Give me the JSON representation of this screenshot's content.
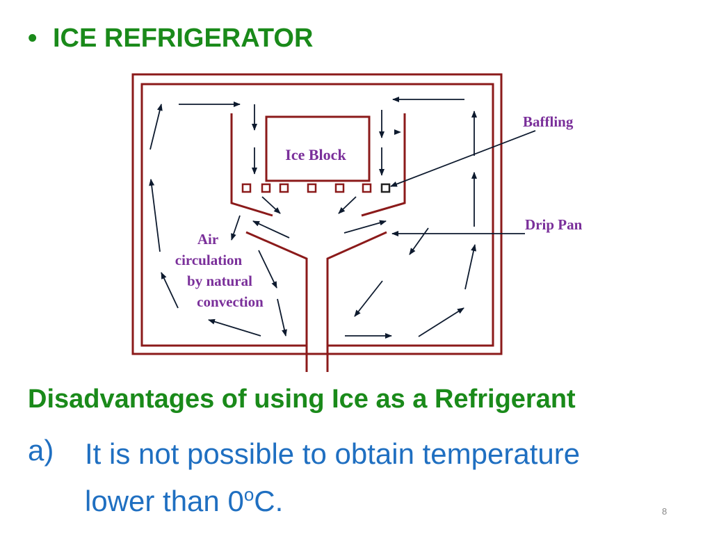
{
  "slide": {
    "title": "ICE REFRIGERATOR",
    "bullet": "•",
    "heading": "Disadvantages of using Ice as a Refrigerant",
    "item_marker": "a)",
    "item_text_line1": "It is not possible to obtain temperature",
    "item_text_line2_pre": "lower than 0",
    "item_text_sup": "o",
    "item_text_line2_post": "C.",
    "page_number": "8"
  },
  "diagram": {
    "ice_block": "Ice Block",
    "baffling": "Baffling",
    "drip_pan": "Drip Pan",
    "air_line1": "Air",
    "air_line2": "circulation",
    "air_line3": "by natural",
    "air_line4": "convection",
    "wall_color": "#8b1a1a",
    "arrow_color": "#0d1a2e",
    "label_color": "#7a2f9a"
  }
}
